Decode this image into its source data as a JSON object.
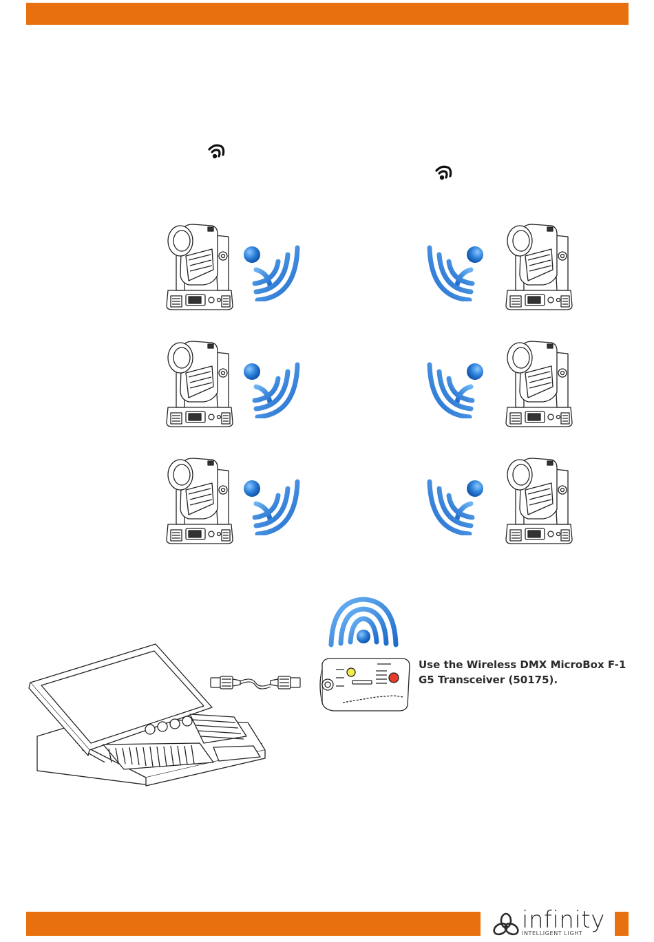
{
  "caption": {
    "line1": "Use the Wireless DMX MicroBox F-1",
    "line2": "G5 Transceiver (50175)."
  },
  "footer": {
    "brand": "infinity",
    "tagline": "INTELLIGENT LIGHT"
  },
  "colors": {
    "accent_orange": "#e8700e",
    "signal_blue": "#2b7fd8",
    "signal_blue_light": "#5aa9f0",
    "line_art": "#222222"
  },
  "icons": {
    "wireless_mark": "wireless-mark-icon",
    "fixture": "moving-head-fixture",
    "signal": "wireless-signal-icon",
    "console": "lighting-console",
    "cable": "dmx-cable",
    "transceiver": "wireless-dmx-transceiver"
  }
}
